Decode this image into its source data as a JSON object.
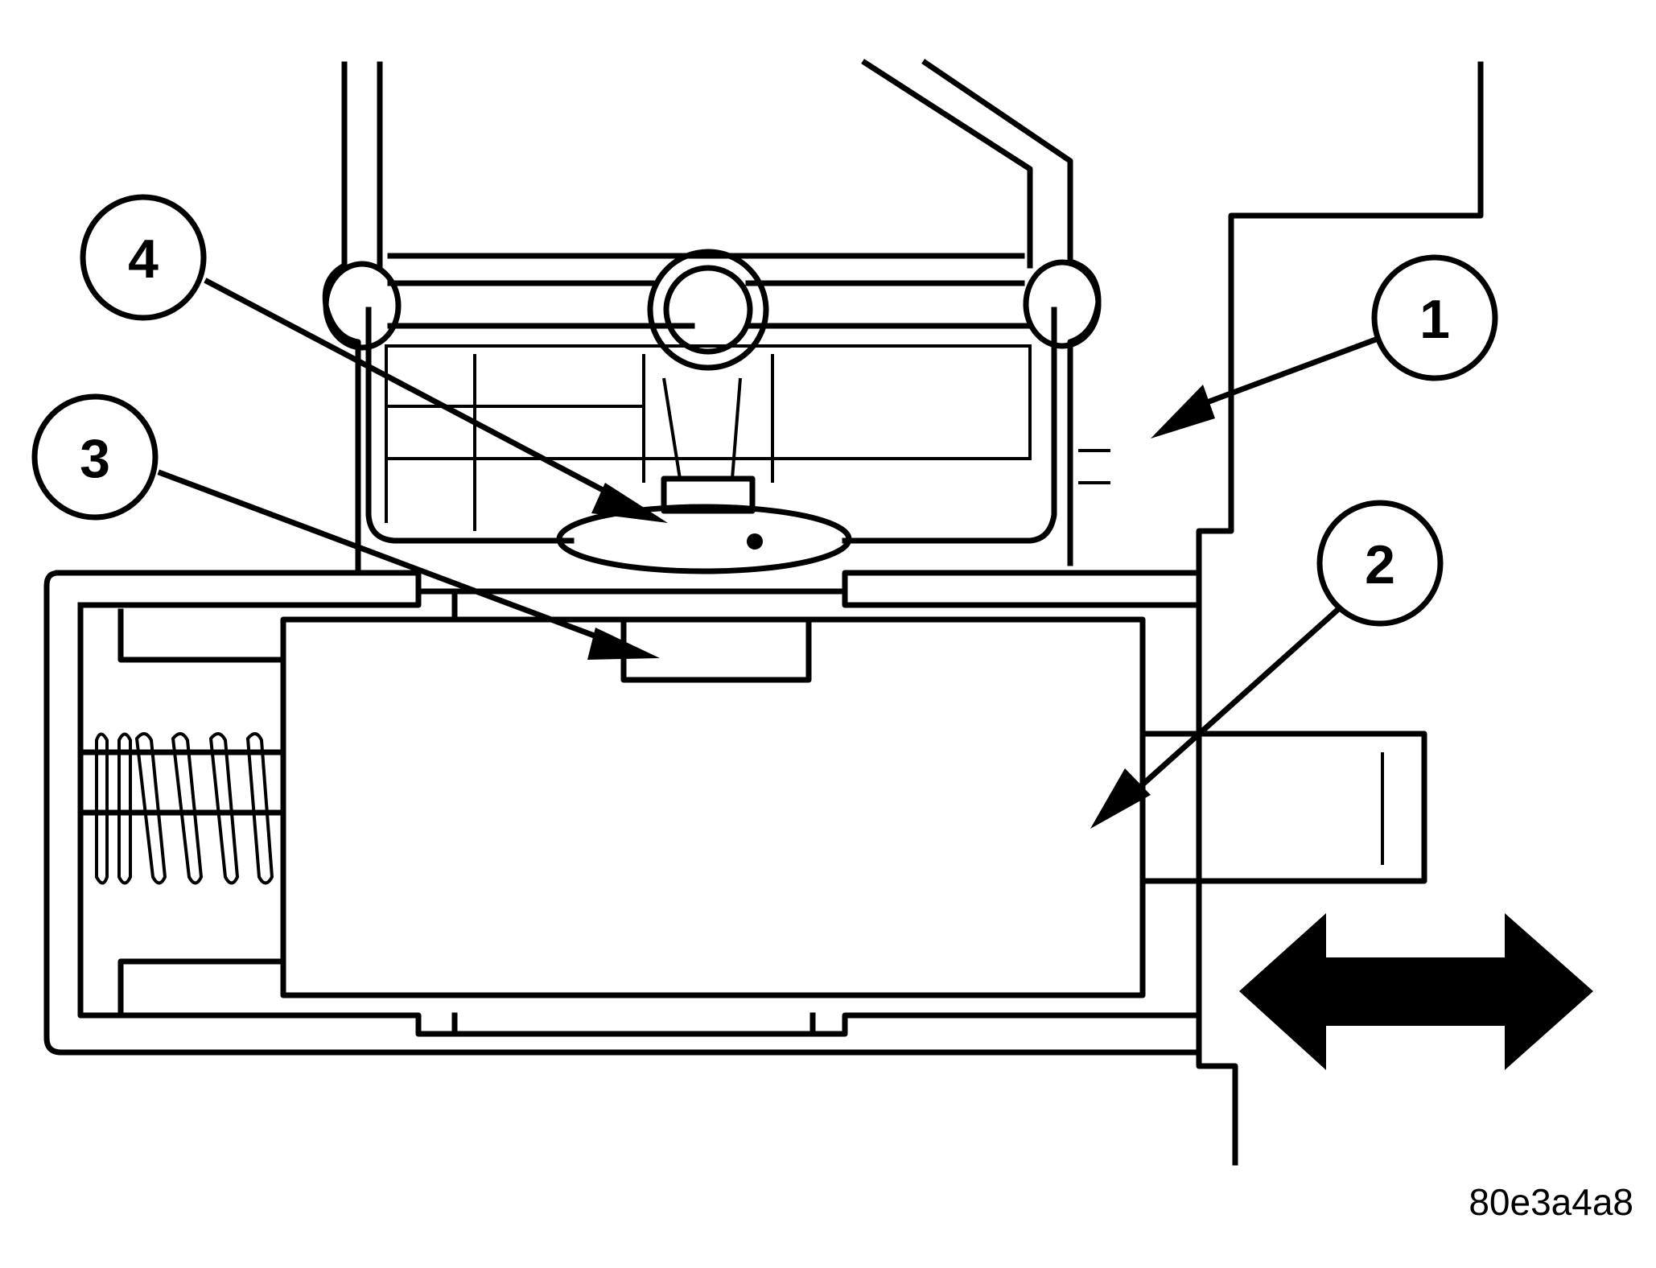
{
  "callouts": [
    {
      "id": "1",
      "label": "1"
    },
    {
      "id": "2",
      "label": "2"
    },
    {
      "id": "3",
      "label": "3"
    },
    {
      "id": "4",
      "label": "4"
    }
  ],
  "figure_id": "80e3a4a8",
  "colors": {
    "ink": "#000000",
    "paper": "#ffffff"
  },
  "icons": [
    "double-headed-arrow-icon",
    "coil-spring-icon"
  ]
}
